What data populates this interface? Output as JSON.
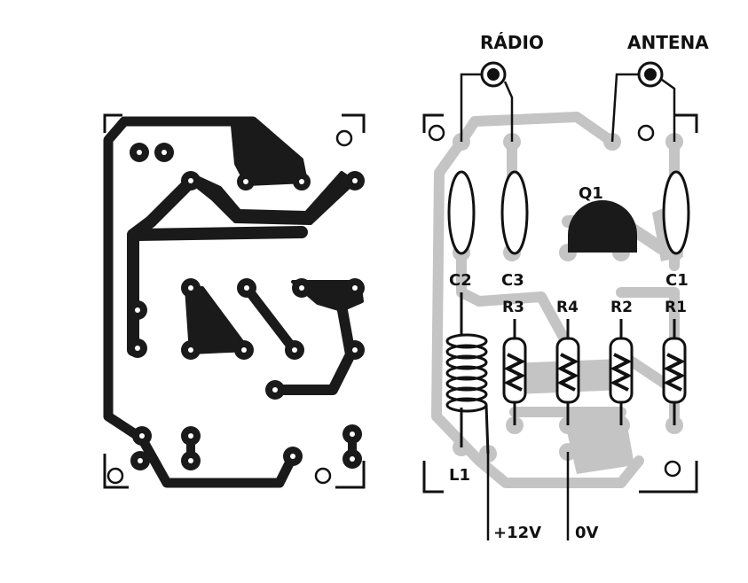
{
  "labels": {
    "radio": "RÁDIO",
    "antena": "ANTENA",
    "q1": "Q1",
    "c1": "C1",
    "c2": "C2",
    "c3": "C3",
    "r1": "R1",
    "r2": "R2",
    "r3": "R3",
    "r4": "R4",
    "l1": "L1",
    "vplus": "+12V",
    "vzero": "0V"
  },
  "colors": {
    "copper": "#1a1a1a",
    "silk_copper": "#c4c4c4",
    "ink": "#111111",
    "paper": "#ffffff"
  }
}
